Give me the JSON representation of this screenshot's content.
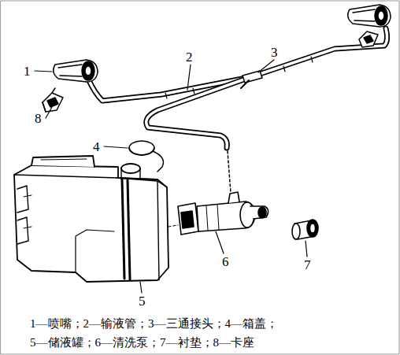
{
  "diagram": {
    "labels": [
      "1",
      "2",
      "3",
      "4",
      "5",
      "6",
      "7",
      "8",
      "1—喷嘴；2—输液管；3—三通接头；4—箱盖；",
      "5—储液罐；6—清洗泵；7—衬垫；8—卡座"
    ]
  }
}
